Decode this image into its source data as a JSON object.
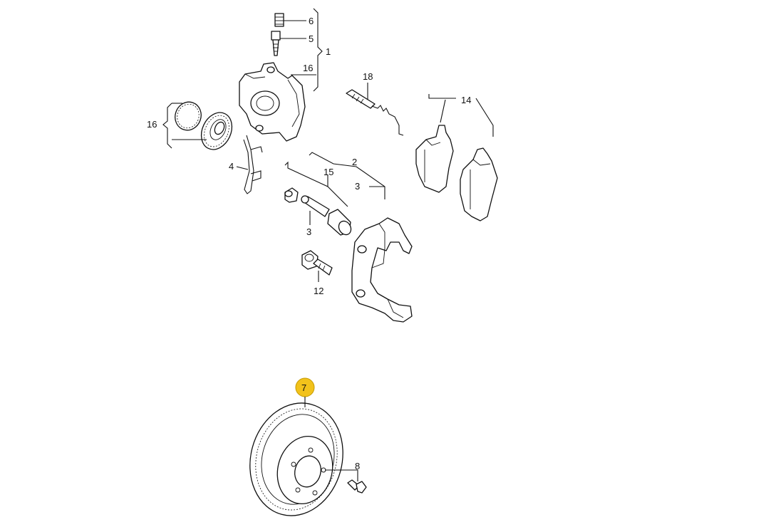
{
  "colors": {
    "highlight": "#f2c21b",
    "highlight_stroke": "#c59a00",
    "line": "#111111",
    "background": "#ffffff"
  },
  "labels": {
    "seal_screw": "6",
    "bleed_valve": "5",
    "caliper_group": "1",
    "caliper_housing": "16",
    "wear_sensor": "18",
    "brake_pads": "14",
    "seal_kit": "16",
    "spring_clip": "4",
    "carrier_group": "2",
    "guide_kit": "15",
    "guide_group": "3",
    "guide_pin": "3",
    "carrier_bolt": "12",
    "brake_disc": "7",
    "disc_screw": "8"
  }
}
